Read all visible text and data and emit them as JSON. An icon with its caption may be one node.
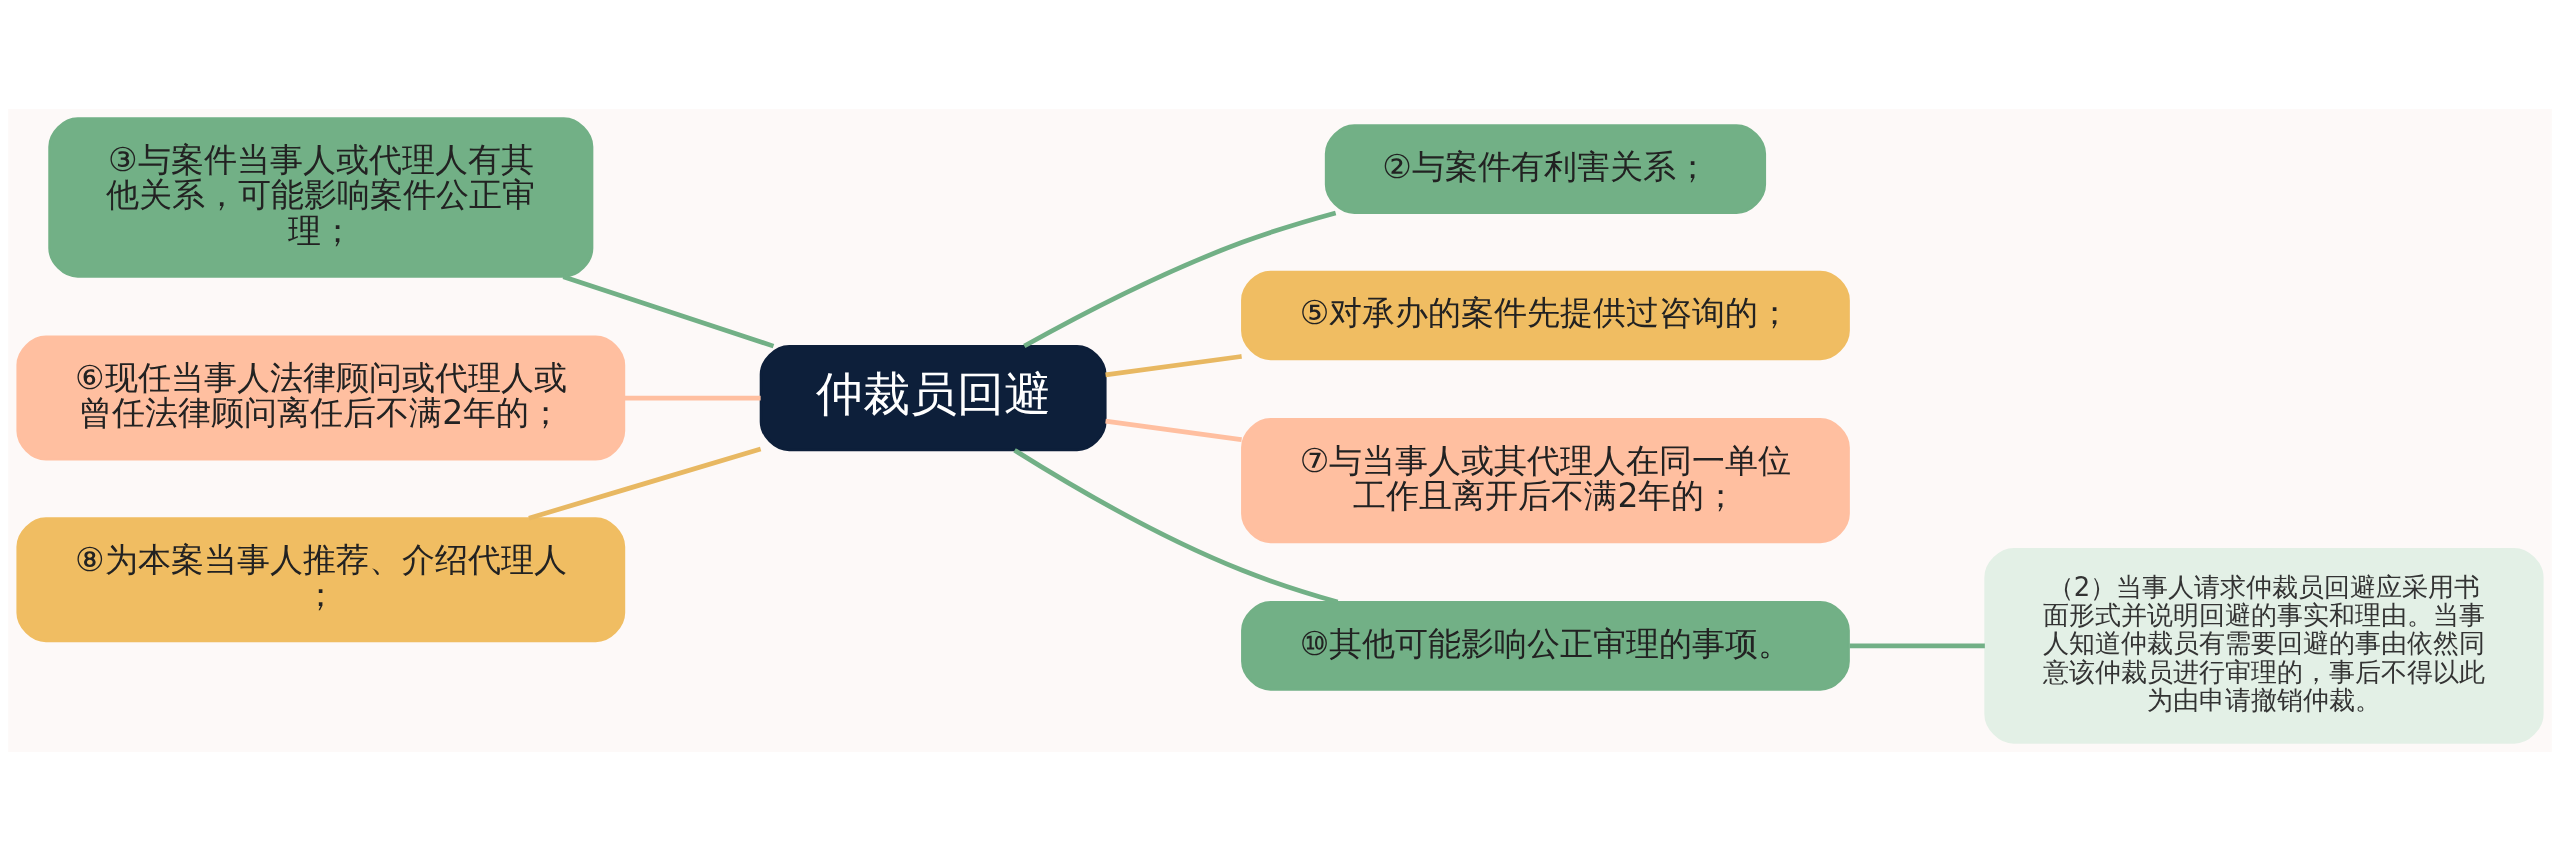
{
  "diagram": {
    "nodes": [
      {
        "text": [
          "仲裁员回避"
        ]
      },
      {
        "text": [
          "③与案件当事人或代理人有其他关系，可能影响案件公正审理；"
        ]
      },
      {
        "text": [
          "⑥现任当事人法律顾问或代理人或曾任法律顾问离任后不满2年的；"
        ]
      },
      {
        "text": [
          "⑧为本案当事人推荐、介绍代理人；"
        ]
      },
      {
        "text": [
          "②与案件有利害关系；"
        ]
      },
      {
        "text": [
          "⑤对承办的案件先提供过咨询的；"
        ]
      },
      {
        "text": [
          "⑦与当事人或其代理人在同一单位工作且离开后不满2年的；"
        ]
      },
      {
        "text": [
          "⑩其他可能影响公正审理的事项。"
        ]
      },
      {
        "text": [
          "（2）当事人请求仲裁员回避应采用书面形式并说明回避的事实和理由。当事人知道仲裁员有需要回避的事由依然同意该仲裁员进行审理的，事后不得以此为由申请撤销仲裁。"
        ]
      }
    ],
    "edges": [
      {
        "from": 0,
        "to": 1,
        "arrow": "none"
      },
      {
        "from": 0,
        "to": 2,
        "arrow": "none",
        "color": "#ffbfa0"
      },
      {
        "from": 0,
        "to": 3,
        "arrow": "none",
        "color": "#e8b862"
      },
      {
        "from": 0,
        "to": 4,
        "arrow": "none"
      },
      {
        "from": 0,
        "to": 5,
        "arrow": "none",
        "color": "#e8b862"
      },
      {
        "from": 0,
        "to": 6,
        "arrow": "none",
        "color": "#ffbfa0"
      },
      {
        "from": 0,
        "to": 7,
        "arrow": "none"
      },
      {
        "from": 7,
        "to": 8,
        "arrow": "none"
      }
    ]
  }
}
